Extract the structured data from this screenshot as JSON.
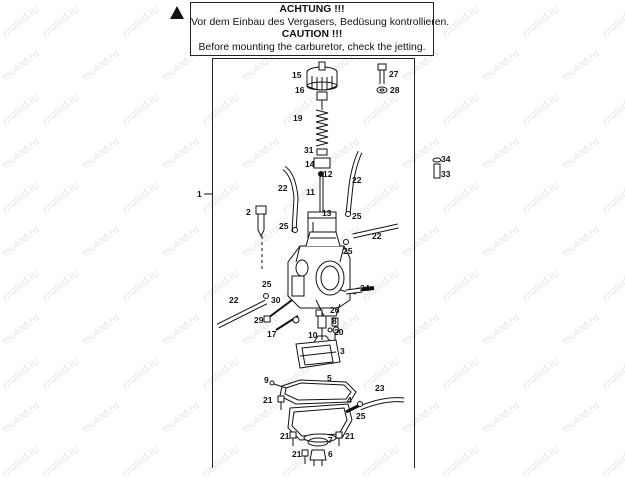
{
  "warning": {
    "line1": "ACHTUNG !!!",
    "line2": "Vor dem Einbau des Vergasers, Bedüsung kontrollieren.",
    "line3": "CAUTION !!!",
    "line4": "Before mounting the carburetor, check the jetting."
  },
  "watermark_text": "motod.ru",
  "callouts": {
    "c1": "1",
    "c2": "2",
    "c3": "3",
    "c4": "4",
    "c5": "5",
    "c6": "6",
    "c7": "7",
    "c8": "8",
    "c9": "9",
    "c10": "10",
    "c11": "11",
    "c12": "12",
    "c13": "13",
    "c14": "14",
    "c15": "15",
    "c16": "16",
    "c17": "17",
    "c19": "19",
    "c20": "20",
    "c21a": "21",
    "c21b": "21",
    "c21c": "21",
    "c22a": "22",
    "c22b": "22",
    "c22c": "22",
    "c23": "23",
    "c24": "24",
    "c25a": "25",
    "c25b": "25",
    "c25c": "25",
    "c25d": "25",
    "c25e": "25",
    "c26": "26",
    "c27": "27",
    "c28": "28",
    "c29": "29",
    "c30": "30",
    "c31": "31",
    "c33": "33",
    "c34": "34"
  }
}
